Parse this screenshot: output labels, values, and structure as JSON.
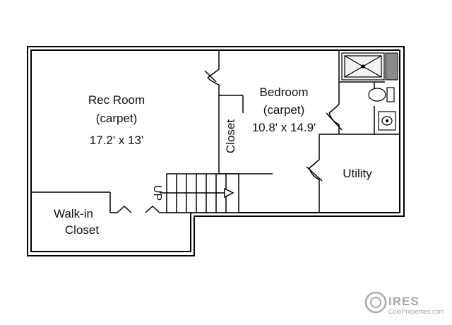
{
  "rooms": {
    "rec_room": {
      "name": "Rec Room",
      "floor": "(carpet)",
      "dims": "17.2' x 13'"
    },
    "bedroom": {
      "name": "Bedroom",
      "floor": "(carpet)",
      "dims": "10.8' x 14.9'"
    },
    "closet": {
      "name": "Closet"
    },
    "utility": {
      "name": "Utility"
    },
    "walkin": {
      "line1": "Walk-in",
      "line2": "Closet"
    }
  },
  "stairs": {
    "direction_label": "UP"
  },
  "watermark": {
    "brand": "IRES",
    "source": "ColoProperties.com"
  },
  "colors": {
    "wall": "#000000",
    "fixture_fill": "#f2f2f2",
    "watermark": "#9a9a9a"
  }
}
